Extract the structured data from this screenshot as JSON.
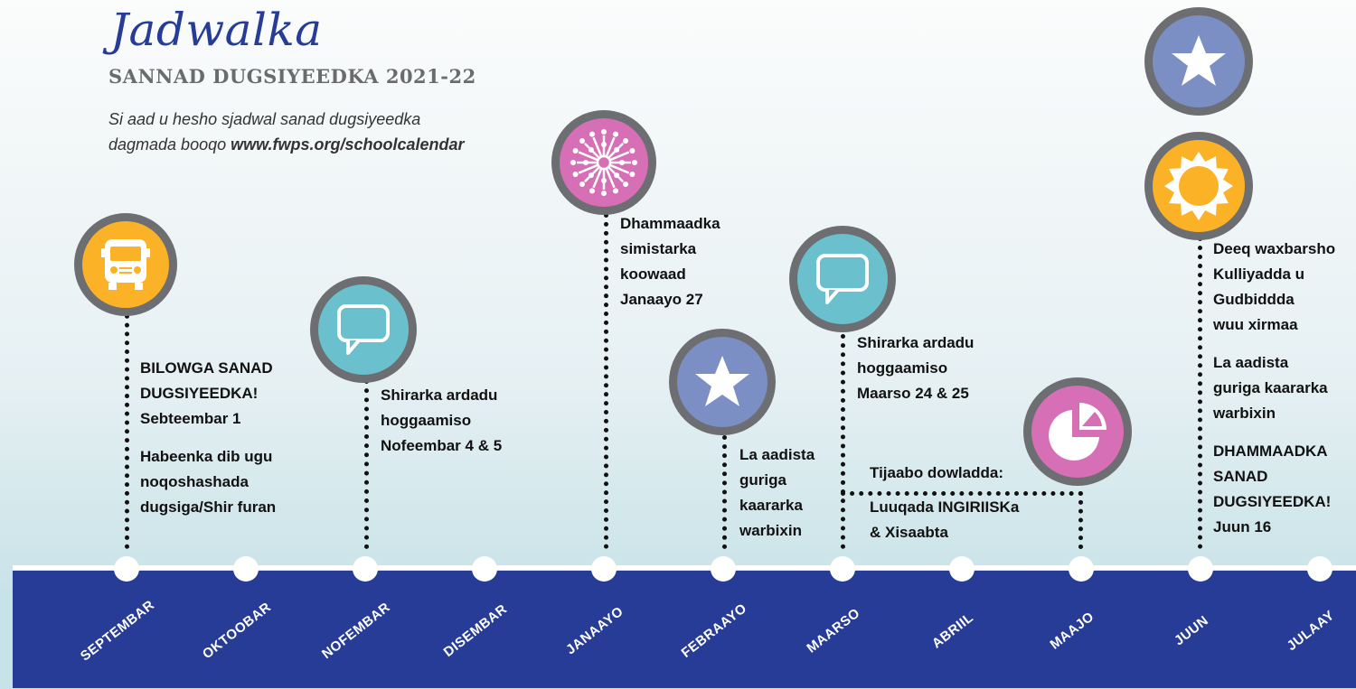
{
  "header": {
    "title": "Jadwalka",
    "subtitle": "SANNAD DUGSIYEEDKA 2021-22",
    "intro_line1": "Si aad u hesho sjadwal sanad dugsiyeedka",
    "intro_line2_prefix": "dagmada booqo ",
    "intro_link": "www.fwps.org/schoolcalendar"
  },
  "months": [
    "SEPTEMBAR",
    "OKTOOBAR",
    "NOFEMBAR",
    "DISEMBAR",
    "JANAAYO",
    "FEBRAAYO",
    "MAARSO",
    "ABRIIL",
    "MAAJO",
    "JUUN",
    "JULAAY"
  ],
  "events": {
    "september": [
      "BILOWGA SANAD",
      "DUGSIYEEDKA!",
      "Sebteembar 1",
      "",
      "Habeenka dib ugu",
      "noqoshashada",
      "dugsiga/Shir furan"
    ],
    "november": [
      "Shirarka ardadu",
      "hoggaamiso",
      "Nofeembar 4 & 5"
    ],
    "january": [
      "Dhammaadka",
      "simistarka",
      "koowaad",
      "Janaayo 27"
    ],
    "february": [
      "La aadista",
      "guriga",
      "kaararka",
      "warbixin"
    ],
    "march": [
      "Shirarka ardadu",
      "hoggaamiso",
      "Maarso 24 & 25"
    ],
    "tests": [
      "Tijaabo dowladda:",
      "Luuqada INGIRIISKa",
      "& Xisaabta"
    ],
    "june": [
      "Deeq waxbarsho",
      "Kulliyadda u",
      "Gudbiddda",
      "wuu xirmaa",
      "",
      "La aadista",
      "guriga kaararka",
      "warbixin",
      "",
      "DHAMMAADKA",
      "SANAD",
      "DUGSIYEEDKA!",
      "Juun 16"
    ]
  },
  "icons": {
    "bus": "school-bus-icon",
    "speech": "speech-bubble-icon",
    "snowflake": "snowflake-icon",
    "star": "star-icon",
    "pie": "pie-chart-icon",
    "sun": "sun-icon"
  },
  "colors": {
    "navy": "#263c97",
    "yellow": "#fbb227",
    "teal": "#6ac0cc",
    "pink": "#d66fb5",
    "periwinkle": "#7b8fc4",
    "ring": "#6d6e71"
  }
}
